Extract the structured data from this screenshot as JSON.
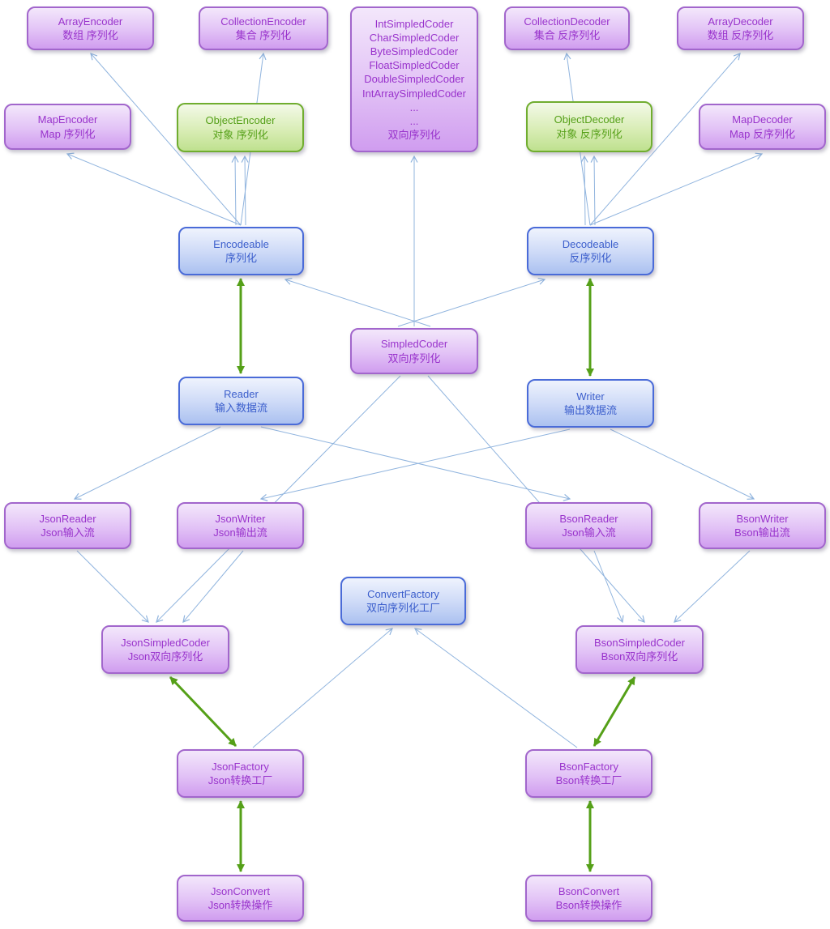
{
  "diagram": {
    "background": "#ffffff"
  },
  "colors": {
    "purple_border": "#a266cc",
    "purple_text": "#9933cc",
    "blue_border": "#4a6bd8",
    "blue_text": "#3b5ecc",
    "green_border": "#70ad2f",
    "green_text": "#55a018",
    "edge_blue": "#90b4de",
    "edge_green": "#55a018"
  },
  "nodes": {
    "array_encoder": {
      "title": "ArrayEncoder",
      "subtitle": "数组 序列化"
    },
    "collection_encoder": {
      "title": "CollectionEncoder",
      "subtitle": "集合 序列化"
    },
    "collection_decoder": {
      "title": "CollectionDecoder",
      "subtitle": "集合 反序列化"
    },
    "array_decoder": {
      "title": "ArrayDecoder",
      "subtitle": "数组 反序列化"
    },
    "map_encoder": {
      "title": "MapEncoder",
      "subtitle": "Map 序列化"
    },
    "object_encoder": {
      "title": "ObjectEncoder",
      "subtitle": "对象 序列化"
    },
    "object_decoder": {
      "title": "ObjectDecoder",
      "subtitle": "对象 反序列化"
    },
    "map_decoder": {
      "title": "MapDecoder",
      "subtitle": "Map 反序列化"
    },
    "encodeable": {
      "title": "Encodeable",
      "subtitle": "序列化"
    },
    "decodeable": {
      "title": "Decodeable",
      "subtitle": "反序列化"
    },
    "simpled_coder": {
      "title": "SimpledCoder",
      "subtitle": "双向序列化"
    },
    "reader": {
      "title": "Reader",
      "subtitle": "输入数据流"
    },
    "writer": {
      "title": "Writer",
      "subtitle": "输出数据流"
    },
    "json_reader": {
      "title": "JsonReader",
      "subtitle": "Json输入流"
    },
    "json_writer": {
      "title": "JsonWriter",
      "subtitle": "Json输出流"
    },
    "bson_reader": {
      "title": "BsonReader",
      "subtitle": "Json输入流"
    },
    "bson_writer": {
      "title": "BsonWriter",
      "subtitle": "Bson输出流"
    },
    "convert_factory": {
      "title": "ConvertFactory",
      "subtitle": "双向序列化工厂"
    },
    "json_simpled_coder": {
      "title": "JsonSimpledCoder",
      "subtitle": "Json双向序列化"
    },
    "bson_simpled_coder": {
      "title": "BsonSimpledCoder",
      "subtitle": "Bson双向序列化"
    },
    "json_factory": {
      "title": "JsonFactory",
      "subtitle": "Json转换工厂"
    },
    "bson_factory": {
      "title": "BsonFactory",
      "subtitle": "Bson转换工厂"
    },
    "json_convert": {
      "title": "JsonConvert",
      "subtitle": "Json转换操作"
    },
    "bson_convert": {
      "title": "BsonConvert",
      "subtitle": "Bson转换操作"
    }
  },
  "group_node": {
    "lines": [
      "IntSimpledCoder",
      "CharSimpledCoder",
      "ByteSimpledCoder",
      "FloatSimpledCoder",
      "DoubleSimpledCoder",
      "IntArraySimpledCoder",
      "...",
      "...",
      "双向序列化"
    ]
  },
  "edges": {
    "association": [
      [
        297,
        278,
        112,
        66
      ],
      [
        297,
        278,
        83,
        190
      ],
      [
        291,
        278,
        290,
        193
      ],
      [
        303,
        278,
        302,
        193
      ],
      [
        297,
        278,
        325,
        66
      ],
      [
        728,
        278,
        699,
        66
      ],
      [
        722,
        278,
        721,
        193
      ],
      [
        734,
        278,
        733,
        193
      ],
      [
        728,
        278,
        940,
        190
      ],
      [
        728,
        278,
        913,
        66
      ],
      [
        511,
        403,
        511,
        193
      ],
      [
        531,
        403,
        352,
        345
      ],
      [
        491,
        403,
        672,
        345
      ],
      [
        272,
        527,
        92,
        616
      ],
      [
        322,
        527,
        703,
        616
      ],
      [
        703,
        530,
        322,
        616
      ],
      [
        753,
        530,
        930,
        616
      ],
      [
        494,
        464,
        193,
        768
      ],
      [
        528,
        464,
        795,
        768
      ],
      [
        95,
        680,
        183,
        768
      ],
      [
        300,
        680,
        226,
        768
      ],
      [
        733,
        680,
        768,
        768
      ],
      [
        925,
        680,
        832,
        768
      ],
      [
        312,
        923,
        484,
        776
      ],
      [
        712,
        923,
        512,
        776
      ]
    ],
    "mutual": [
      [
        297,
        344,
        297,
        461
      ],
      [
        728,
        344,
        728,
        464
      ],
      [
        210,
        836,
        291,
        921
      ],
      [
        783,
        836,
        733,
        921
      ],
      [
        297,
        989,
        297,
        1076
      ],
      [
        728,
        989,
        728,
        1076
      ]
    ]
  }
}
